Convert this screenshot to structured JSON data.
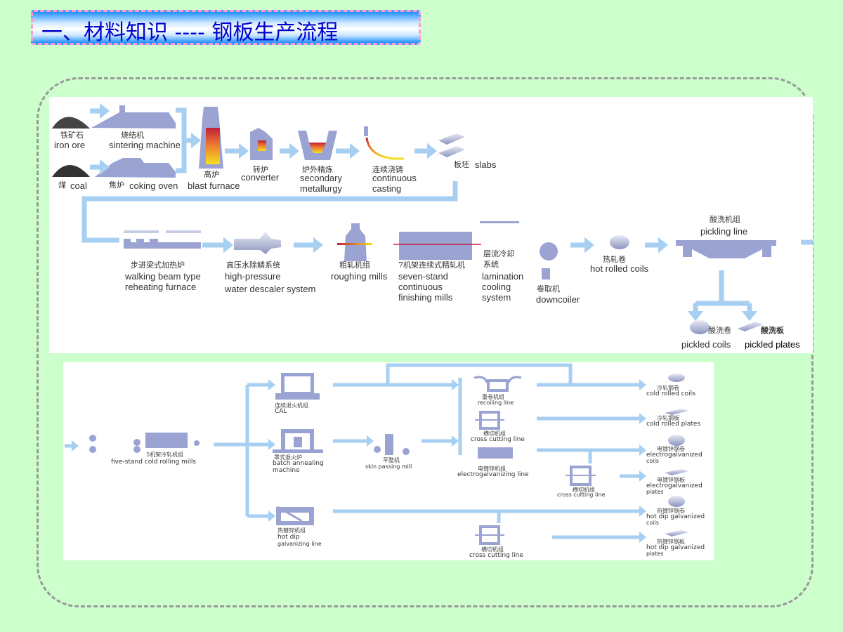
{
  "title": "一、材料知识 ---- 钢板生产流程",
  "colors": {
    "background": "#ccffcc",
    "title_text": "#0000cc",
    "title_border": "#ff99cc",
    "arrow": "#a6cff2",
    "equipment": "#9aa3d1"
  },
  "top": {
    "iron_ore": {
      "zh": "铁矿石",
      "en": "iron ore"
    },
    "sintering": {
      "zh": "烧结机",
      "en": "sintering machine"
    },
    "coal": {
      "zh": "煤",
      "en": "coal"
    },
    "coking": {
      "zh": "焦炉",
      "en": "coking oven"
    },
    "blast_furnace": {
      "zh": "高炉",
      "en": "blast furnace"
    },
    "converter": {
      "zh": "转炉",
      "en": "converter"
    },
    "secondary": {
      "zh": "炉外精炼",
      "en1": "secondary",
      "en2": "metallurgy"
    },
    "casting": {
      "zh": "连续浇铸",
      "en1": "continuous",
      "en2": "casting"
    },
    "slabs": {
      "zh": "板坯",
      "en": "slabs"
    },
    "walking_beam": {
      "zh": "步进梁式加热炉",
      "en1": "walking beam type",
      "en2": "reheating furnace"
    },
    "descaler": {
      "zh": "高压水除鳞系统",
      "en1": "high-pressure",
      "en2": "water descaler system"
    },
    "roughing": {
      "zh": "粗轧机组",
      "en": "roughing mills"
    },
    "finishing": {
      "zh": "7机架连续式精轧机",
      "en1": "seven-stand",
      "en2": "continuous",
      "en3": "finishing mills"
    },
    "lamination": {
      "zh1": "层流冷却",
      "zh2": "系统",
      "en1": "lamination",
      "en2": "cooling",
      "en3": "system"
    },
    "downcoiler": {
      "zh": "卷取机",
      "en": "downcoiler"
    },
    "hot_rolled_coils": {
      "zh": "热轧卷",
      "en": "hot rolled coils"
    },
    "pickling_line": {
      "zh": "酸洗机组",
      "en": "pickling line"
    },
    "pickled_coils": {
      "zh": "酸洗卷",
      "en": "pickled coils"
    },
    "pickled_plates": {
      "zh": "酸洗板",
      "en": "pickled plates"
    }
  },
  "bottom": {
    "five_stand": {
      "zh": "5机架冷轧机组",
      "en": "five-stand cold rolling mills"
    },
    "cal": {
      "zh": "连续退火机组",
      "en": "CAL"
    },
    "batch": {
      "zh": "罩式退火炉",
      "en1": "batch annealing",
      "en2": "machine"
    },
    "hot_dip_line": {
      "zh": "热镀锌机组",
      "en1": "hot dip",
      "en2": "galvanizing line"
    },
    "skin_pass": {
      "zh": "平整机",
      "en": "skin passing mill"
    },
    "recoiling": {
      "zh": "重卷机组",
      "en": "recoiling line"
    },
    "cross_cut_1": {
      "zh": "横切机组",
      "en": "cross cutting line"
    },
    "electrogalv_line": {
      "zh": "电镀锌机组",
      "en": "electrogalvanizing line"
    },
    "cross_cut_2": {
      "zh": "横切机组",
      "en": "cross cutting line"
    },
    "cross_cut_3": {
      "zh": "横切机组",
      "en": "cross cutting line"
    },
    "products": [
      {
        "zh": "冷轧钢卷",
        "en1": "cold rolled coils",
        "en2": ""
      },
      {
        "zh": "冷轧钢板",
        "en1": "cold rolled plates",
        "en2": ""
      },
      {
        "zh": "电镀锌钢卷",
        "en1": "electrogalvanized",
        "en2": "coils"
      },
      {
        "zh": "电镀锌钢板",
        "en1": "electrogalvanized",
        "en2": "plates"
      },
      {
        "zh": "热镀锌钢卷",
        "en1": "hot dip galvanized",
        "en2": "coils"
      },
      {
        "zh": "热镀锌钢板",
        "en1": "hot dip galvanized",
        "en2": "plates"
      }
    ]
  }
}
